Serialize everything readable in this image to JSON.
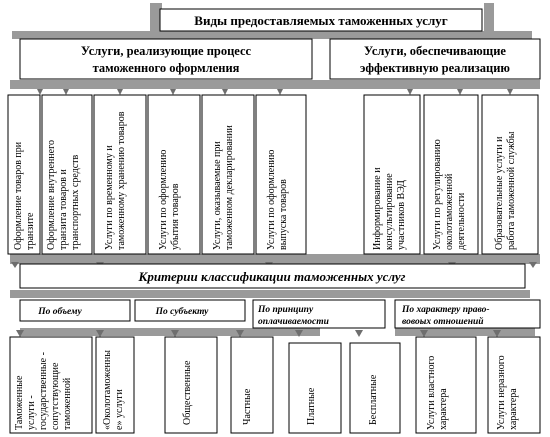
{
  "top": {
    "title": "Виды предоставляемых таможенных услуг"
  },
  "group_left": {
    "line1": "Услуги, реализующие процесс",
    "line2": "таможенного оформления"
  },
  "group_right": {
    "line1": "Услуги, обеспечивающие",
    "line2": "эффективную реализацию"
  },
  "left_services": [
    {
      "lines": [
        "Оформление товаров при",
        "транзите"
      ]
    },
    {
      "lines": [
        "Оформление внутреннего",
        "транзита товаров и",
        "транспортных средств"
      ]
    },
    {
      "lines": [
        "Услуги по временному и",
        "таможенному хранению товаров"
      ]
    },
    {
      "lines": [
        "Услуги по оформлению",
        "убытия товаров"
      ]
    },
    {
      "lines": [
        "Услуги, оказываемые при",
        "таможенном декларировании"
      ]
    },
    {
      "lines": [
        "Услуги по оформлению",
        "выпуска товаров"
      ]
    }
  ],
  "right_services": [
    {
      "lines": [
        "Информирование и",
        "консультирование",
        "участников ВЭД"
      ]
    },
    {
      "lines": [
        "Услуги по регулированию",
        "околотаможенной",
        "деятельности"
      ]
    },
    {
      "lines": [
        "Образовательные услуги и",
        "работа таможенной службы"
      ]
    }
  ],
  "criteria": {
    "title": "Критерии классификации таможенных услуг"
  },
  "categories": [
    {
      "label": "По объему"
    },
    {
      "label": "По субъекту"
    },
    {
      "label_lines": [
        "По принципу",
        "оплачиваемости"
      ]
    },
    {
      "label_lines": [
        "По характеру право-",
        "вовоых отношений"
      ]
    }
  ],
  "leaves": [
    {
      "lines": [
        "Таможенные",
        "услуги -",
        "государственные -",
        "сопутствующие",
        "таможенной"
      ]
    },
    {
      "lines": [
        "«Околотаможенны",
        "е» услуги"
      ]
    },
    {
      "lines": [
        "Общественные"
      ]
    },
    {
      "lines": [
        "Частные"
      ]
    },
    {
      "lines": [
        "Платные"
      ]
    },
    {
      "lines": [
        "Бесплатные"
      ]
    },
    {
      "lines": [
        "Услуги властного",
        "характера"
      ]
    },
    {
      "lines": [
        "Услуги неразного",
        "характера"
      ]
    }
  ]
}
